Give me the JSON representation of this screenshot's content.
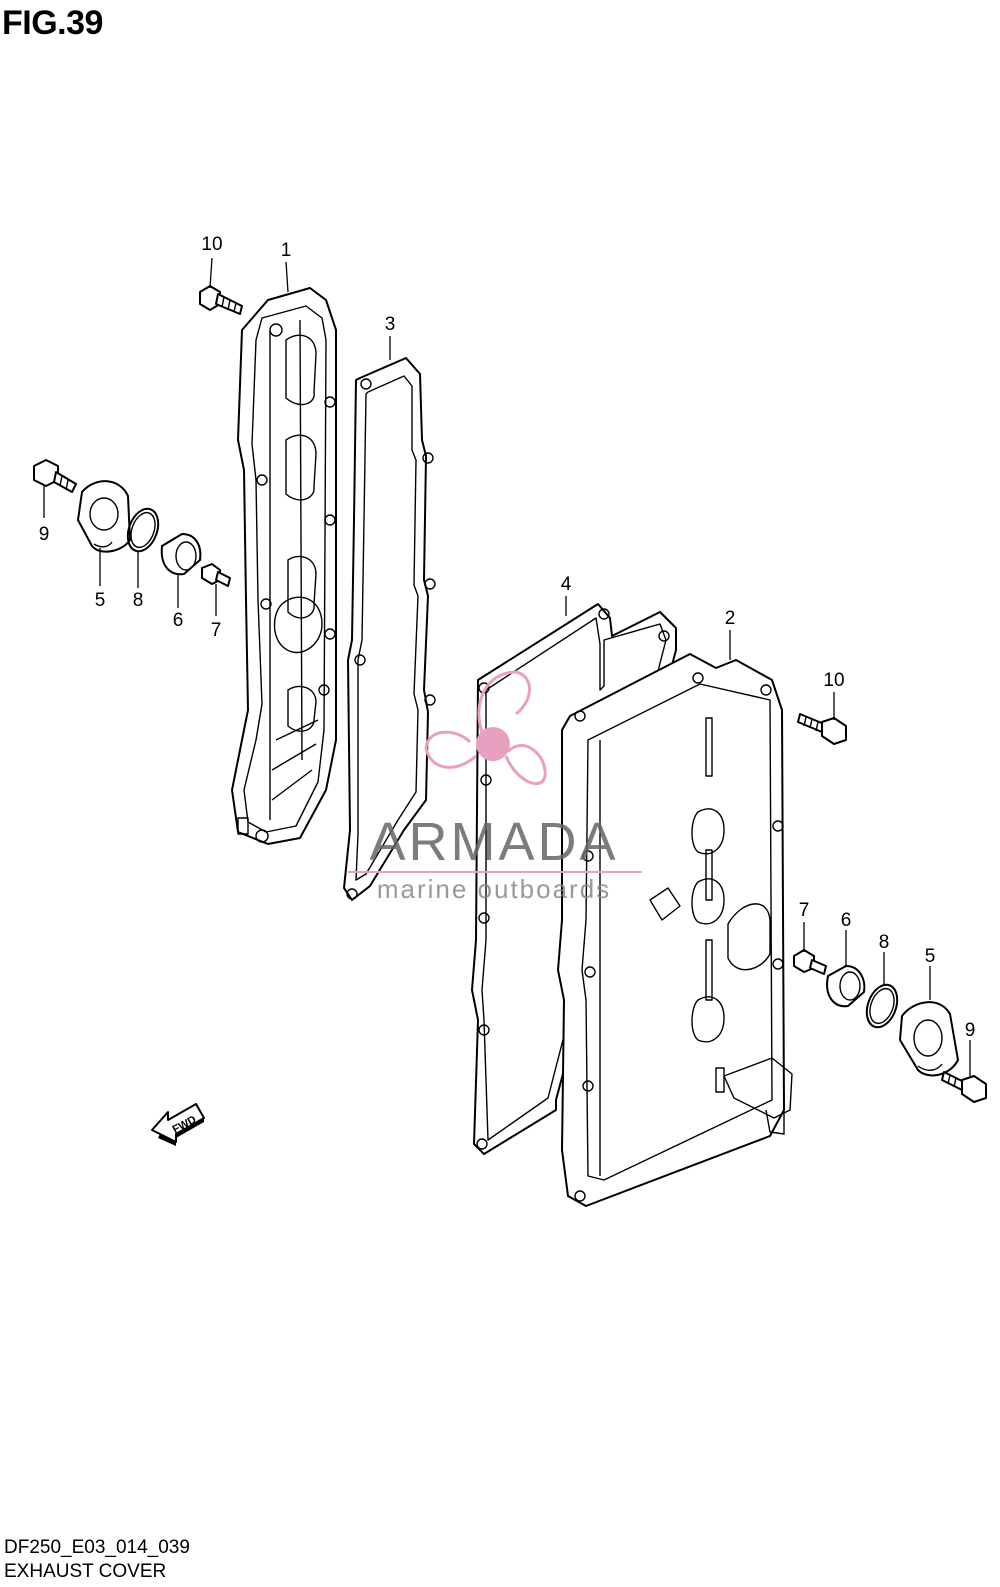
{
  "figure": {
    "title": "FIG.39",
    "footer_code": "DF250_E03_014_039",
    "footer_name": "EXHAUST COVER"
  },
  "direction_arrow": {
    "label": "FWD"
  },
  "watermark": {
    "brand": "ARMADA",
    "tagline": "marine outboards",
    "color": "#e8a0c0"
  },
  "callouts": [
    {
      "id": "c1",
      "text": "1"
    },
    {
      "id": "c2",
      "text": "2"
    },
    {
      "id": "c3",
      "text": "3"
    },
    {
      "id": "c4",
      "text": "4"
    },
    {
      "id": "c5a",
      "text": "5"
    },
    {
      "id": "c5b",
      "text": "5"
    },
    {
      "id": "c6a",
      "text": "6"
    },
    {
      "id": "c6b",
      "text": "6"
    },
    {
      "id": "c7a",
      "text": "7"
    },
    {
      "id": "c7b",
      "text": "7"
    },
    {
      "id": "c8a",
      "text": "8"
    },
    {
      "id": "c8b",
      "text": "8"
    },
    {
      "id": "c9a",
      "text": "9"
    },
    {
      "id": "c9b",
      "text": "9"
    },
    {
      "id": "c10a",
      "text": "10"
    },
    {
      "id": "c10b",
      "text": "10"
    }
  ]
}
